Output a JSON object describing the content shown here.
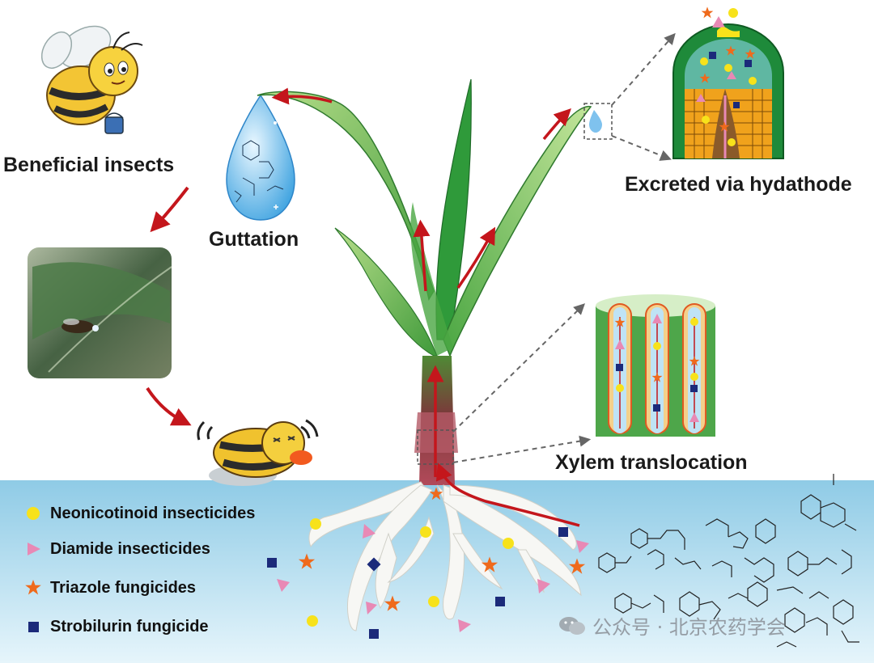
{
  "labels": {
    "beneficial_insects": "Beneficial insects",
    "guttation": "Guttation",
    "excreted": "Excreted via hydathode",
    "xylem": "Xylem translocation"
  },
  "legend": [
    {
      "label": "Neonicotinoid insecticides",
      "symbol": "circle",
      "color": "#f7e21b"
    },
    {
      "label": "Diamide insecticides",
      "symbol": "triangle",
      "color": "#e889b5"
    },
    {
      "label": "Triazole fungicides",
      "symbol": "star",
      "color": "#ef6a1c"
    },
    {
      "label": "Strobilurin fungicide",
      "symbol": "square",
      "color": "#1b2a7a"
    }
  ],
  "watermark": "公众号 · 北京农药学会",
  "colors": {
    "soil": "#9fd4ea",
    "arrow": "#c4161c",
    "leaf": "#5cae48",
    "stem": "#8a2f3c"
  }
}
